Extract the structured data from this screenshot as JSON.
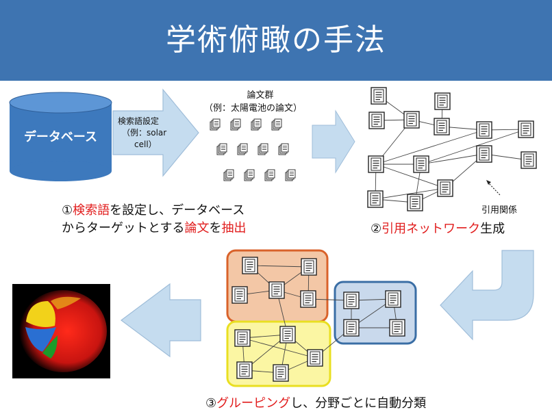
{
  "title": "学術俯瞰の手法",
  "database_label": "データベース",
  "search_term": {
    "line1": "検索語設定",
    "line2": "（例：solar",
    "line3": "cell）"
  },
  "papers_group": {
    "line1": "論文群",
    "line2": "（例：太陽電池の論文）"
  },
  "citation_label": "引用関係",
  "step1": {
    "p1": "①",
    "p2": "検索語",
    "p3": "を設定し、データベース",
    "p4": "からターゲットとする",
    "p5": "論文",
    "p6": "を",
    "p7": "抽出"
  },
  "step2": {
    "p1": "②",
    "p2": "引用ネットワーク",
    "p3": "生成"
  },
  "step3": {
    "p1": "③",
    "p2": "グルーピング",
    "p3": "し、分野ごとに自動分類"
  },
  "colors": {
    "banner": "#3e74b1",
    "accent_text": "#e11c1c",
    "database": "#3d79bd",
    "arrow_fill": "#c5dcef",
    "cluster_orange": "#f3c7a6",
    "cluster_blue": "#c9d9ec",
    "cluster_yellow": "#fbf6a3"
  },
  "icons": [
    "document-stack-icon",
    "database-cylinder-icon",
    "right-arrow-icon",
    "left-arrow-icon",
    "curved-arrow-icon",
    "cluster-visualization-icon"
  ]
}
